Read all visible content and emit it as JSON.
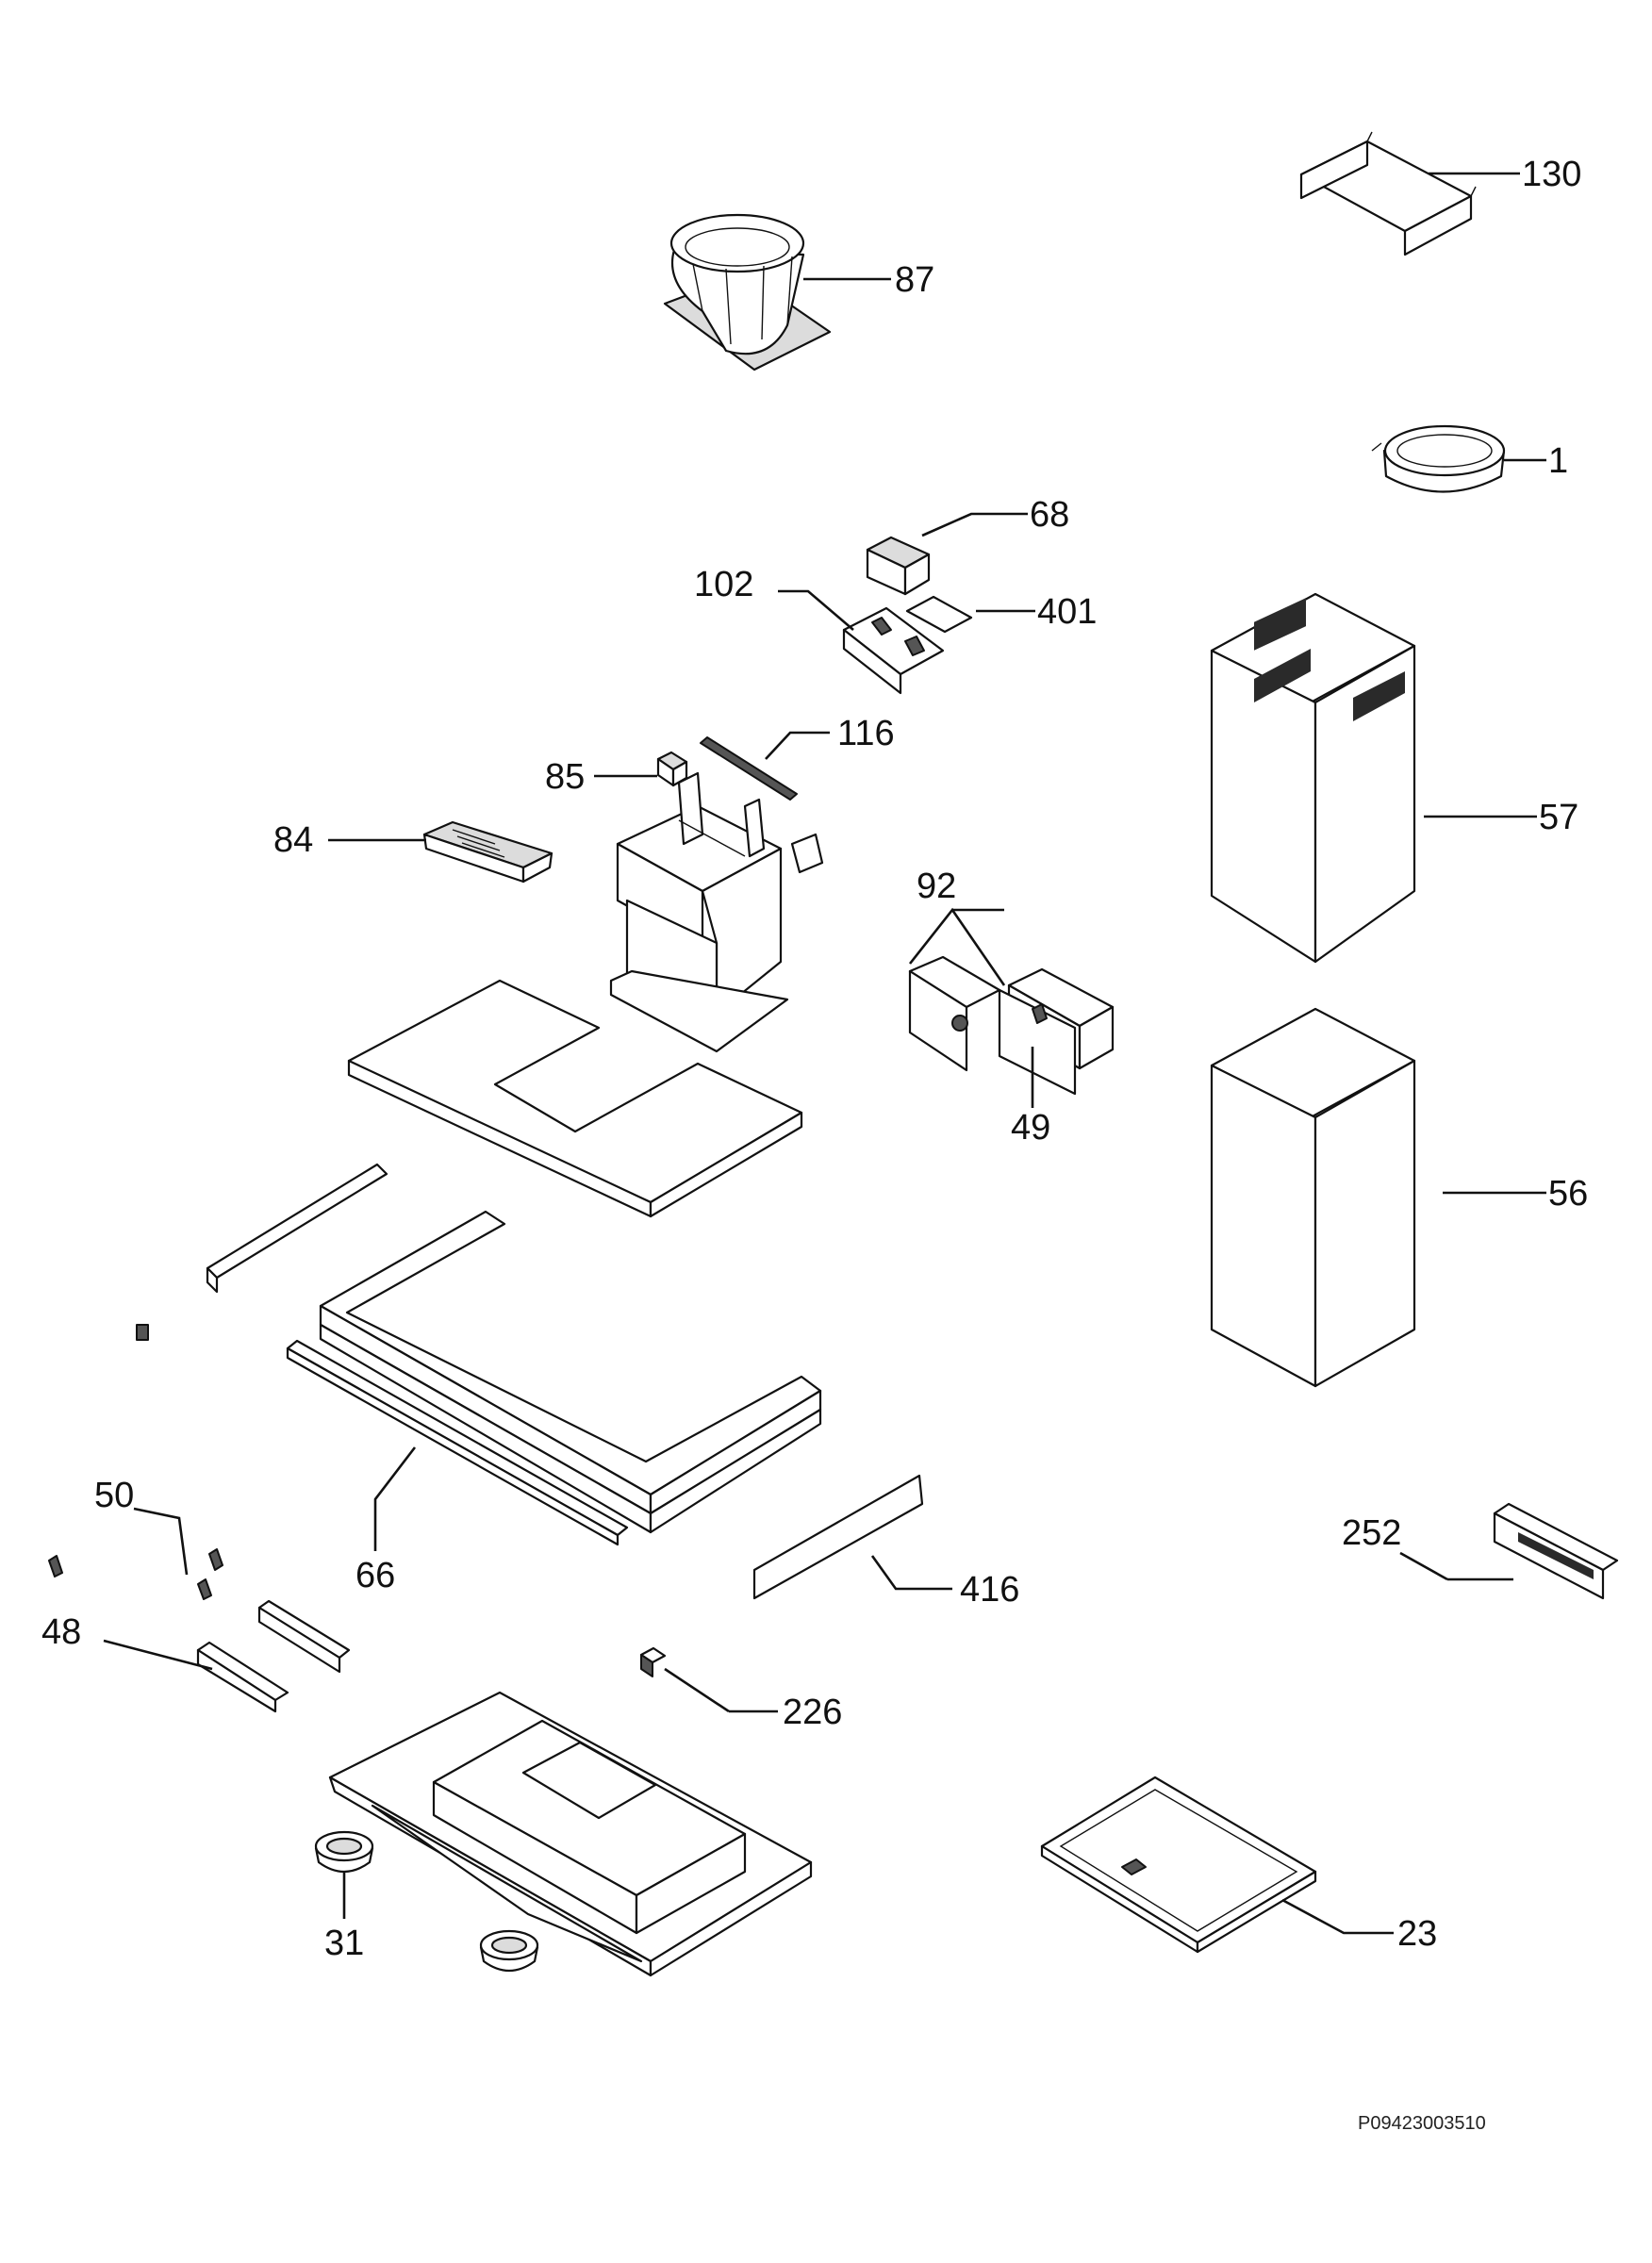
{
  "diagram": {
    "background": "#ffffff",
    "ink": "#111111",
    "document_code": "P09423003510",
    "parts": [
      {
        "id": "p130",
        "number": "130",
        "icon": "mounting-bracket-icon"
      },
      {
        "id": "p87",
        "number": "87",
        "icon": "air-outlet-collar-icon"
      },
      {
        "id": "p1",
        "number": "1",
        "icon": "ring-flange-icon"
      },
      {
        "id": "p68",
        "number": "68",
        "icon": "cover-box-icon"
      },
      {
        "id": "p102",
        "number": "102",
        "icon": "board-holder-icon"
      },
      {
        "id": "p401",
        "number": "401",
        "icon": "insulation-sheet-icon"
      },
      {
        "id": "p116",
        "number": "116",
        "icon": "rail-strip-icon"
      },
      {
        "id": "p85",
        "number": "85",
        "icon": "clip-icon"
      },
      {
        "id": "p84",
        "number": "84",
        "icon": "capacitor-icon"
      },
      {
        "id": "p57",
        "number": "57",
        "icon": "upper-chimney-icon"
      },
      {
        "id": "p92",
        "number": "92",
        "icon": "control-box-icon"
      },
      {
        "id": "p49",
        "number": "49",
        "icon": "pcb-icon"
      },
      {
        "id": "p56",
        "number": "56",
        "icon": "lower-chimney-icon"
      },
      {
        "id": "p50",
        "number": "50",
        "icon": "screw-icon"
      },
      {
        "id": "p66",
        "number": "66",
        "icon": "frame-profile-icon"
      },
      {
        "id": "p416",
        "number": "416",
        "icon": "glass-strip-icon"
      },
      {
        "id": "p252",
        "number": "252",
        "icon": "lamp-unit-icon"
      },
      {
        "id": "p48",
        "number": "48",
        "icon": "bracket-plate-icon"
      },
      {
        "id": "p226",
        "number": "226",
        "icon": "knob-icon"
      },
      {
        "id": "p31",
        "number": "31",
        "icon": "lamp-holder-icon"
      },
      {
        "id": "p23",
        "number": "23",
        "icon": "grease-filter-icon"
      }
    ]
  }
}
